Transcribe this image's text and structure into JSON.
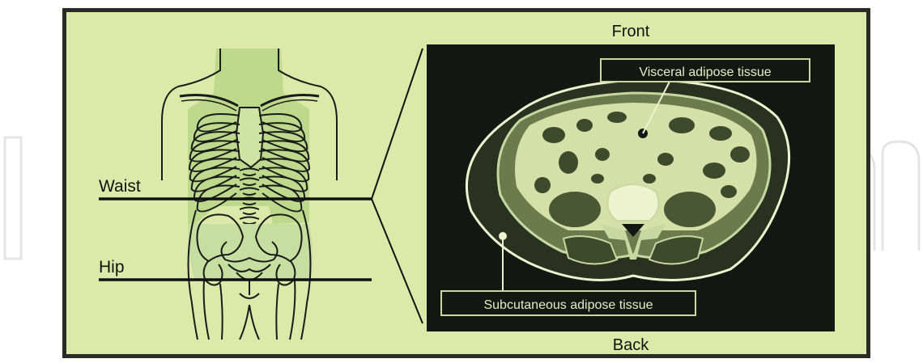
{
  "labels": {
    "front": "Front",
    "back": "Back",
    "waist": "Waist",
    "hip": "Hip",
    "visceral": "Visceral adipose tissue",
    "subcutaneous": "Subcutaneous adipose tissue"
  },
  "colors": {
    "panel_bg": "#dde9a8",
    "frame": "#2a2a26",
    "body_fill": "#bcd98c",
    "ct_bg": "#151713",
    "ct_tissue": "#c9d7a0",
    "ct_light": "#eef3cf",
    "ct_dark": "#3d4a2c"
  },
  "icons": {
    "watermark": "intechopen-logo-watermark"
  }
}
